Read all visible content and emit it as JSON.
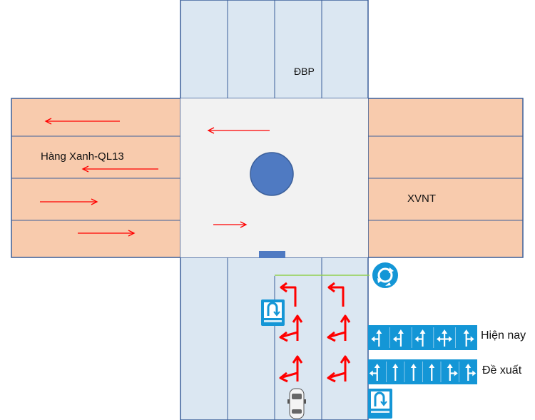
{
  "labels": {
    "north_road": "ĐBP",
    "west_road": "Hàng Xanh-QL13",
    "east_road": "XVNT",
    "current": "Hiện nay",
    "proposed": "Đề xuất"
  },
  "colors": {
    "road_blue": "#dbe7f2",
    "road_orange": "#f8cbad",
    "outline": "#3b5f9a",
    "junction": "#f2f2f2",
    "roundabout": "#4f7ac2",
    "arrow": "#ff0000",
    "sign_blue": "#1496d6",
    "stop_line": "#92d050"
  },
  "lane_signs": {
    "current": [
      "left-straight",
      "left-straight",
      "left-straight",
      "left-straight-right",
      "straight-right"
    ],
    "proposed": [
      "left-straight",
      "straight",
      "straight",
      "straight",
      "straight-right",
      "straight-right"
    ]
  },
  "icons": {
    "roundabout_sign": "roundabout-icon",
    "uturn_sign": "u-turn-icon",
    "car": "car-icon"
  }
}
